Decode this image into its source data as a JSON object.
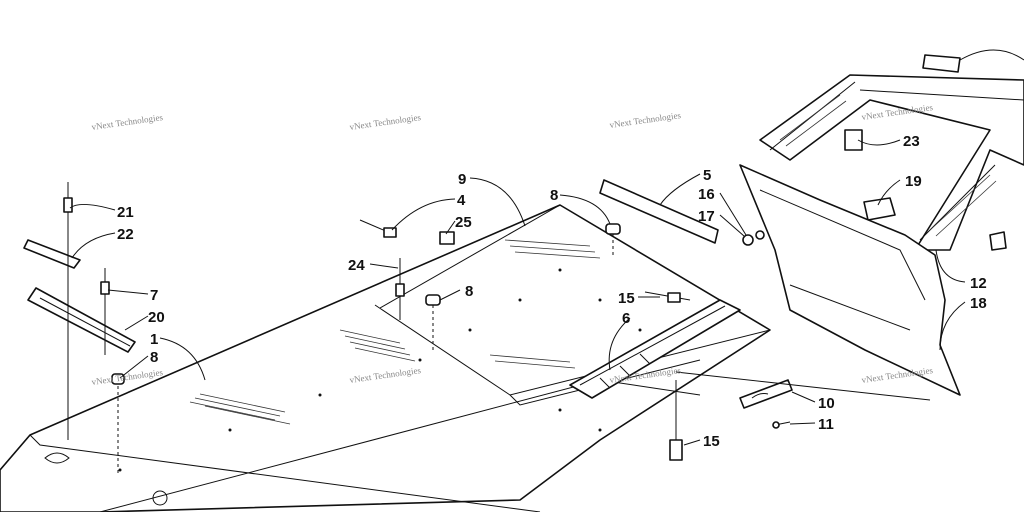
{
  "callouts": [
    {
      "id": "c21",
      "label": "21"
    },
    {
      "id": "c22",
      "label": "22"
    },
    {
      "id": "c7",
      "label": "7"
    },
    {
      "id": "c20",
      "label": "20"
    },
    {
      "id": "c1",
      "label": "1"
    },
    {
      "id": "c8a",
      "label": "8"
    },
    {
      "id": "c9",
      "label": "9"
    },
    {
      "id": "c4",
      "label": "4"
    },
    {
      "id": "c25",
      "label": "25"
    },
    {
      "id": "c24",
      "label": "24"
    },
    {
      "id": "c8b",
      "label": "8"
    },
    {
      "id": "c8c",
      "label": "8"
    },
    {
      "id": "c5",
      "label": "5"
    },
    {
      "id": "c16",
      "label": "16"
    },
    {
      "id": "c17",
      "label": "17"
    },
    {
      "id": "c15a",
      "label": "15"
    },
    {
      "id": "c6",
      "label": "6"
    },
    {
      "id": "c19",
      "label": "19"
    },
    {
      "id": "c23",
      "label": "23"
    },
    {
      "id": "c12",
      "label": "12"
    },
    {
      "id": "c18",
      "label": "18"
    },
    {
      "id": "c10",
      "label": "10"
    },
    {
      "id": "c11",
      "label": "11"
    },
    {
      "id": "c15b",
      "label": "15"
    }
  ],
  "watermark": {
    "text": "vNext Technologies"
  }
}
